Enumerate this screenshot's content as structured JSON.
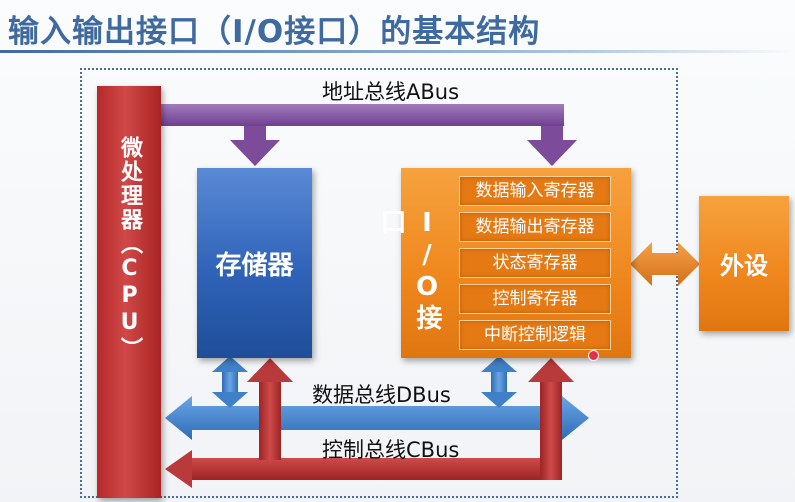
{
  "title": "输入输出接口（I/O接口）的基本结构",
  "buses": {
    "address": "地址总线ABus",
    "data": "数据总线DBus",
    "control": "控制总线CBus"
  },
  "cpu": {
    "label": "微处理器（CPU）"
  },
  "memory": {
    "label": "存储器"
  },
  "io": {
    "label": "I/O接口",
    "registers": [
      "数据输入寄存器",
      "数据输出寄存器",
      "状态寄存器",
      "控制寄存器",
      "中断控制逻辑"
    ]
  },
  "peripheral": {
    "label": "外设"
  },
  "colors": {
    "title": "#3f6aa0",
    "address_bus": "#8a5aa6",
    "data_bus": "#3f80c8",
    "control_bus": "#b83a3a",
    "cpu": "#c23a3a",
    "memory": "#2f63b8",
    "io": "#ef861c"
  }
}
